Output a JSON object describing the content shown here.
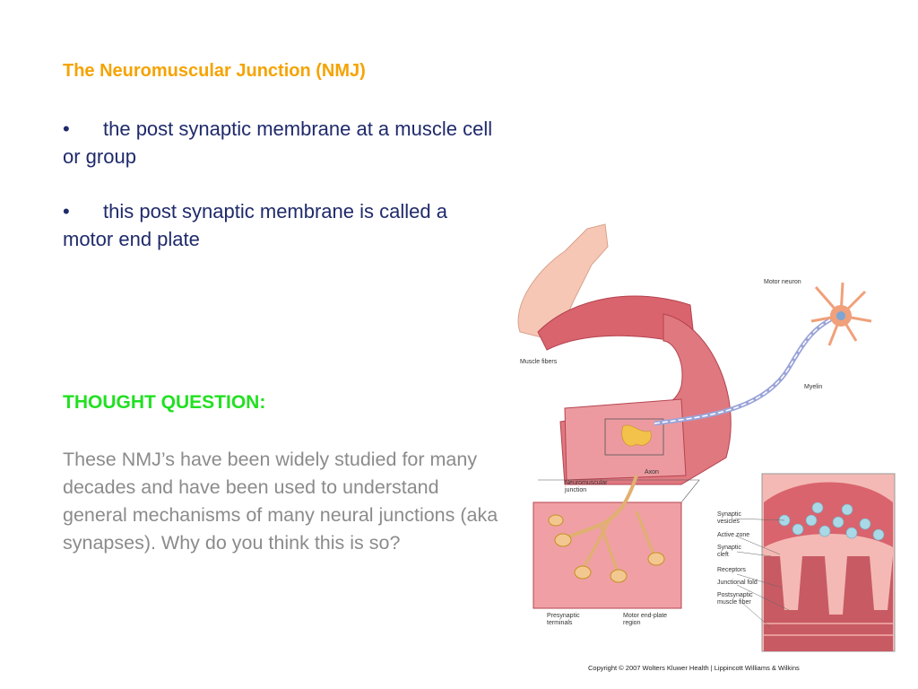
{
  "slide": {
    "title": "The Neuromuscular Junction (NMJ)",
    "bullet_char": "•",
    "bullets": [
      "the post synaptic membrane at a muscle  cell or group",
      "this post synaptic membrane is called a motor end plate"
    ],
    "thought_heading": "THOUGHT QUESTION:",
    "thought_text": "These NMJ’s have been widely studied for many decades and have been used to understand general mechanisms of many neural junctions (aka synapses).  Why do you think this is so?"
  },
  "figure": {
    "labels": {
      "motor_neuron": "Motor neuron",
      "muscle_fibers": "Muscle fibers",
      "myelin": "Myelin",
      "axon": "Axon",
      "nmj": "Neuromuscular junction",
      "synaptic_vesicles": "Synaptic vesicles",
      "active_zone": "Active zone",
      "synaptic_cleft": "Synaptic cleft",
      "receptors": "Receptors",
      "junctional_fold": "Junctional fold",
      "postsynaptic_fiber": "Postsynaptic muscle fiber",
      "presynaptic_terminals": "Presynaptic terminals",
      "motor_endplate_region": "Motor end-plate region"
    },
    "colors": {
      "muscle": "#d9646e",
      "muscle_light": "#f2a5a8",
      "skin": "#f6c7b4",
      "nerve": "#e8a84a",
      "vesicle": "#a9d8e6",
      "neuron_body": "#f0a07a"
    }
  },
  "copyright": "Copyright © 2007 Wolters Kluwer Health | Lippincott Williams & Wilkins"
}
